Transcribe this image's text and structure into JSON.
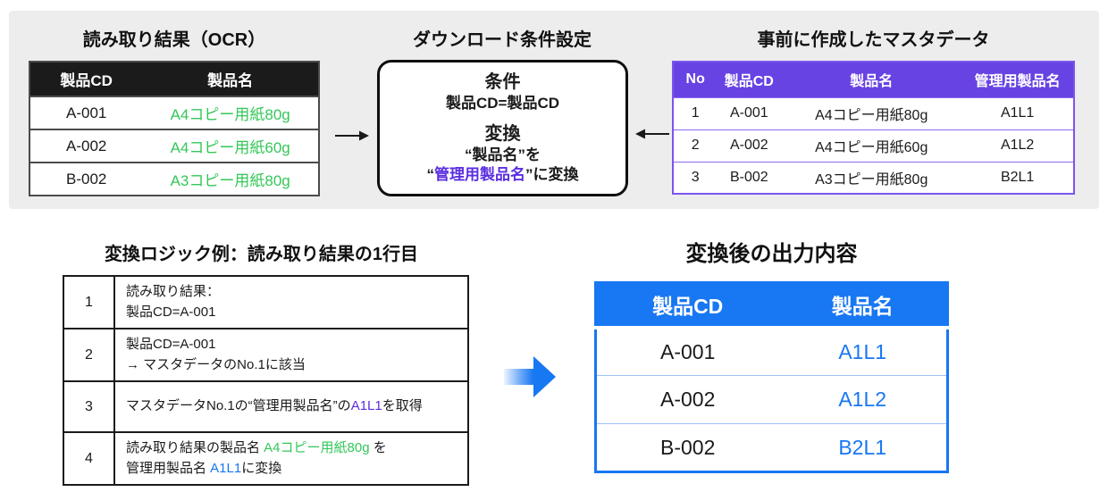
{
  "colors": {
    "panel_gray": "#ededed",
    "header_black": "#1b1b1b",
    "green_text": "#34c759",
    "purple_header": "#6843e3",
    "purple_text": "#5b2ee0",
    "blue_accent": "#1877f2"
  },
  "ocr": {
    "title": "読み取り結果（OCR）",
    "headers": [
      "製品CD",
      "製品名"
    ],
    "rows": [
      [
        "A-001",
        "A4コピー用紙80g"
      ],
      [
        "A-002",
        "A4コピー用紙60g"
      ],
      [
        "B-002",
        "A3コピー用紙80g"
      ]
    ]
  },
  "box": {
    "title": "ダウンロード条件設定",
    "cond_heading": "条件",
    "cond_text": "製品CD=製品CD",
    "conv_heading": "変換",
    "conv_line1": "“製品名”を",
    "conv_line2_open": "“",
    "conv_line2_highlight": "管理用製品名",
    "conv_line2_rest": "”に変換"
  },
  "master": {
    "title": "事前に作成したマスタデータ",
    "headers": [
      "No",
      "製品CD",
      "製品名",
      "管理用製品名"
    ],
    "rows": [
      [
        "1",
        "A-001",
        "A4コピー用紙80g",
        "A1L1"
      ],
      [
        "2",
        "A-002",
        "A4コピー用紙60g",
        "A1L2"
      ],
      [
        "3",
        "B-002",
        "A3コピー用紙80g",
        "B2L1"
      ]
    ]
  },
  "logic": {
    "title": "変換ロジック例：読み取り結果の1行目",
    "rows": [
      {
        "no": "1",
        "line1": "読み取り結果：",
        "line2": "製品CD=A-001"
      },
      {
        "no": "2",
        "line1": "製品CD=A-001",
        "line2": "→ マスタデータのNo.1に該当"
      },
      {
        "no": "3",
        "pre": "マスタデータNo.1の“管理用製品名”の",
        "em": "A1L1",
        "post": "を取得"
      },
      {
        "no": "4",
        "line1_pre": "読み取り結果の製品名 ",
        "line1_em": "A4コピー用紙80g",
        "line1_post": " を",
        "line2_pre": "管理用製品名 ",
        "line2_em": "A1L1",
        "line2_post": "に変換"
      }
    ]
  },
  "output": {
    "title": "変換後の出力内容",
    "headers": [
      "製品CD",
      "製品名"
    ],
    "rows": [
      [
        "A-001",
        "A1L1"
      ],
      [
        "A-002",
        "A1L2"
      ],
      [
        "B-002",
        "B2L1"
      ]
    ]
  }
}
